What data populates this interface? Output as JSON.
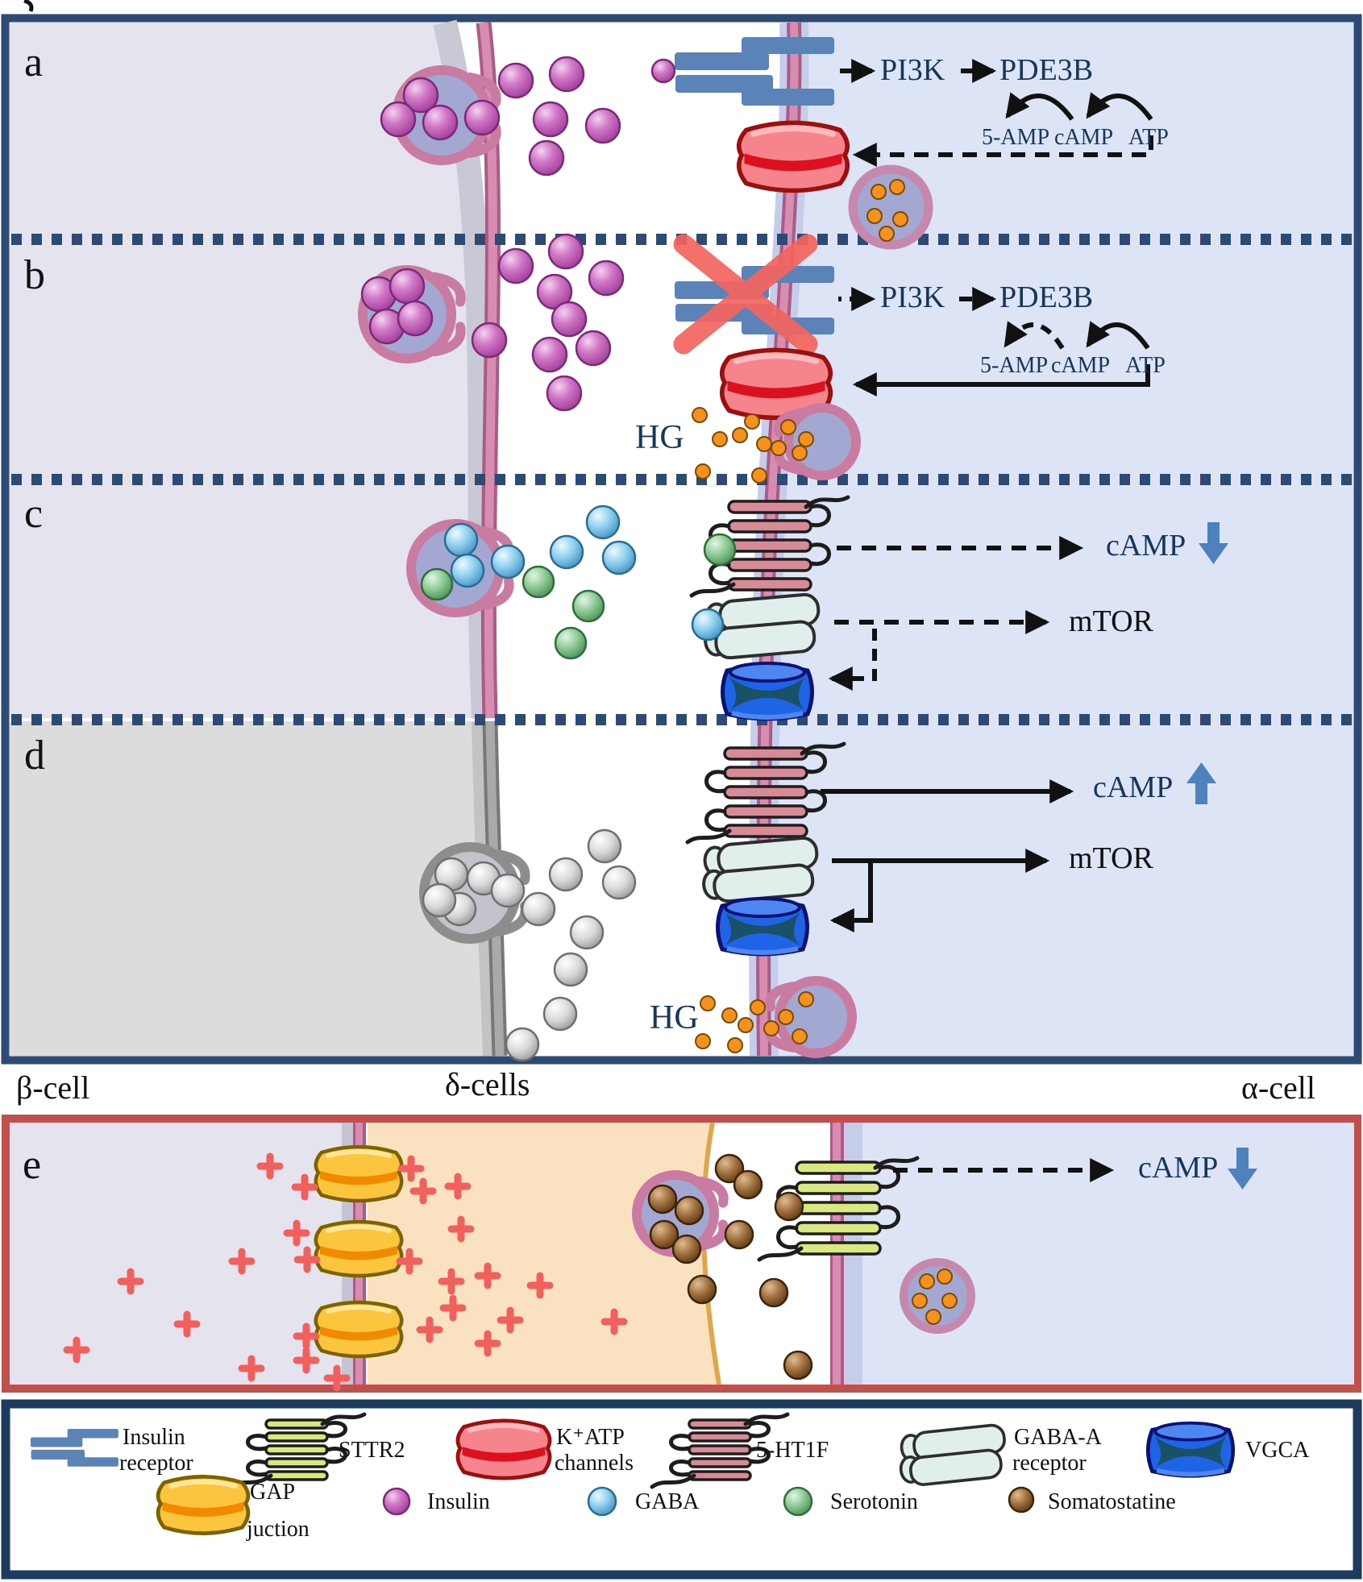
{
  "figure": {
    "panels": {
      "a": {
        "label": "a",
        "pi3k": "PI3K",
        "pde3b": "PDE3B",
        "amp5": "5-AMP",
        "camp": "cAMP",
        "atp": "ATP"
      },
      "b": {
        "label": "b",
        "pi3k": "PI3K",
        "pde3b": "PDE3B",
        "amp5": "5-AMP",
        "camp": "cAMP",
        "atp": "ATP",
        "hg": "HG"
      },
      "c": {
        "label": "c",
        "camp": "cAMP",
        "mtor": "mTOR"
      },
      "d": {
        "label": "d",
        "camp": "cAMP",
        "mtor": "mTOR",
        "hg": "HG"
      },
      "e": {
        "label": "e",
        "camp": "cAMP"
      }
    },
    "cells": {
      "beta": "β-cell",
      "delta": "δ-cells",
      "alpha": "α-cell"
    },
    "legend": {
      "row1": [
        {
          "icon": "insulin-receptor-icon",
          "label": "Insulin",
          "label2": "receptor"
        },
        {
          "icon": "sttr2-icon",
          "label": "STTR2"
        },
        {
          "icon": "katp-channel-icon",
          "label": "K⁺ATP",
          "label2": "channels"
        },
        {
          "icon": "5ht1f-icon",
          "label": "5-HT1F"
        },
        {
          "icon": "gabaa-receptor-icon",
          "label": "GABA-A",
          "label2": "receptor"
        },
        {
          "icon": "vgca-icon",
          "label": "VGCA"
        }
      ],
      "row2": [
        {
          "icon": "gap-junction-icon",
          "label": "GAP",
          "label2": "juction"
        },
        {
          "icon": "insulin-ball-icon",
          "label": "Insulin"
        },
        {
          "icon": "gaba-ball-icon",
          "label": "GABA"
        },
        {
          "icon": "serotonin-ball-icon",
          "label": "Serotonin"
        },
        {
          "icon": "somatostatine-ball-icon",
          "label": "Somatostatine"
        }
      ]
    },
    "colors": {
      "frame_navy": "#2d4a74",
      "panel_e_red": "#c0504d",
      "beta_cell": "#e4e3ee",
      "beta_cell_gray": "#dcdcdc",
      "alpha_cell": "#dce4f6",
      "delta_cell": "#fae2c0",
      "membrane_pink": "#cc7fa6",
      "membrane_gray": "#8d8d8d",
      "receptor_blue": "#5b83b8",
      "katp_red": "#f6848d",
      "vgca_blue": "#1f63e6",
      "gap_yellow": "#fcc53e",
      "insulin_magenta": "#b44fae",
      "gaba_cyan": "#5aa8d8",
      "serotonin_green": "#58a468",
      "somatostatin_brown": "#68421c",
      "granule_orange": "#f5921e",
      "plus_red": "#f2605e",
      "text_navy": "#16365c",
      "arrow_steel_blue": "#4f81bd"
    }
  }
}
